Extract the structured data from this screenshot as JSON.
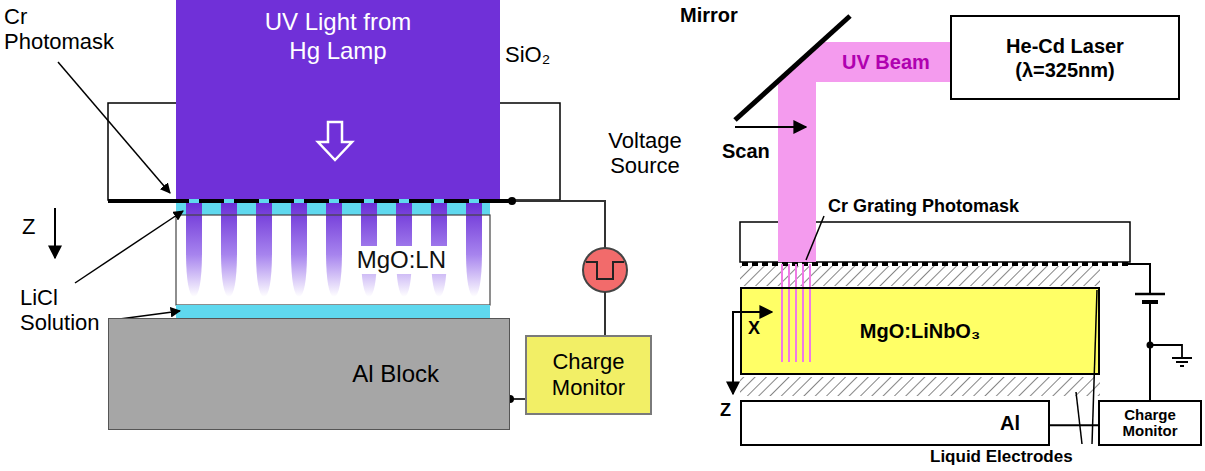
{
  "diagram": {
    "nodes": [
      {
        "text": [
          "UV Light from Hg Lamp"
        ]
      },
      {
        "text": [
          "MgO:LN"
        ]
      },
      {
        "text": [
          "Al Block"
        ]
      },
      {
        "text": [
          "Charge Monitor"
        ]
      },
      {
        "text": [
          "He-Cd Laser (λ=325nm)"
        ]
      },
      {
        "text": [
          "MgO:LiNbO₃"
        ]
      },
      {
        "text": [
          "Al"
        ]
      },
      {
        "text": [
          "Charge Monitor"
        ]
      }
    ],
    "edges": [
      {
        "from": 2,
        "to": 3,
        "arrow": "none"
      },
      {
        "from": 6,
        "to": 7,
        "arrow": "none"
      }
    ],
    "labels": [
      "Cr Photomask",
      "SiO₂",
      "Voltage Source",
      "Z",
      "LiCl Solution",
      "Mirror",
      "UV Beam",
      "Scan",
      "Cr Grating Photomask",
      "X",
      "Z",
      "Liquid Electrodes"
    ]
  }
}
